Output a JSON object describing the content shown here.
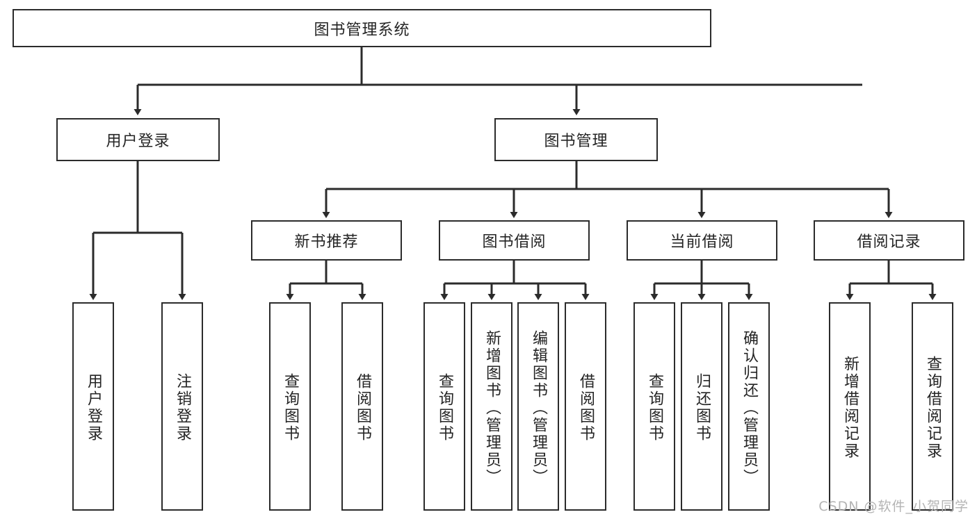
{
  "diagram": {
    "title": "图书管理系统",
    "root": {
      "label": "图书管理系统"
    },
    "level2": [
      {
        "label": "用户登录"
      },
      {
        "label": "图书管理"
      }
    ],
    "level3": [
      {
        "label": "新书推荐"
      },
      {
        "label": "图书借阅"
      },
      {
        "label": "当前借阅"
      },
      {
        "label": "借阅记录"
      }
    ],
    "leaves": {
      "user_login": [
        {
          "label": "用户登录"
        },
        {
          "label": "注销登录"
        }
      ],
      "new_book_recommend": [
        {
          "label": "查询图书"
        },
        {
          "label": "借阅图书"
        }
      ],
      "book_borrow": [
        {
          "label": "查询图书"
        },
        {
          "label": "新增图书（管理员）"
        },
        {
          "label": "编辑图书（管理员）"
        },
        {
          "label": "借阅图书"
        }
      ],
      "current_borrow": [
        {
          "label": "查询图书"
        },
        {
          "label": "归还图书"
        },
        {
          "label": "确认归还（管理员）"
        }
      ],
      "borrow_record": [
        {
          "label": "新增借阅记录"
        },
        {
          "label": "查询借阅记录"
        }
      ]
    }
  },
  "watermark": {
    "text": "CSDN @软件_小贺同学"
  },
  "colors": {
    "line": "#2b2b2b",
    "box_fill": "#ffffff",
    "text": "#242424",
    "watermark": "#b4b4b4",
    "background": "#ffffff"
  }
}
